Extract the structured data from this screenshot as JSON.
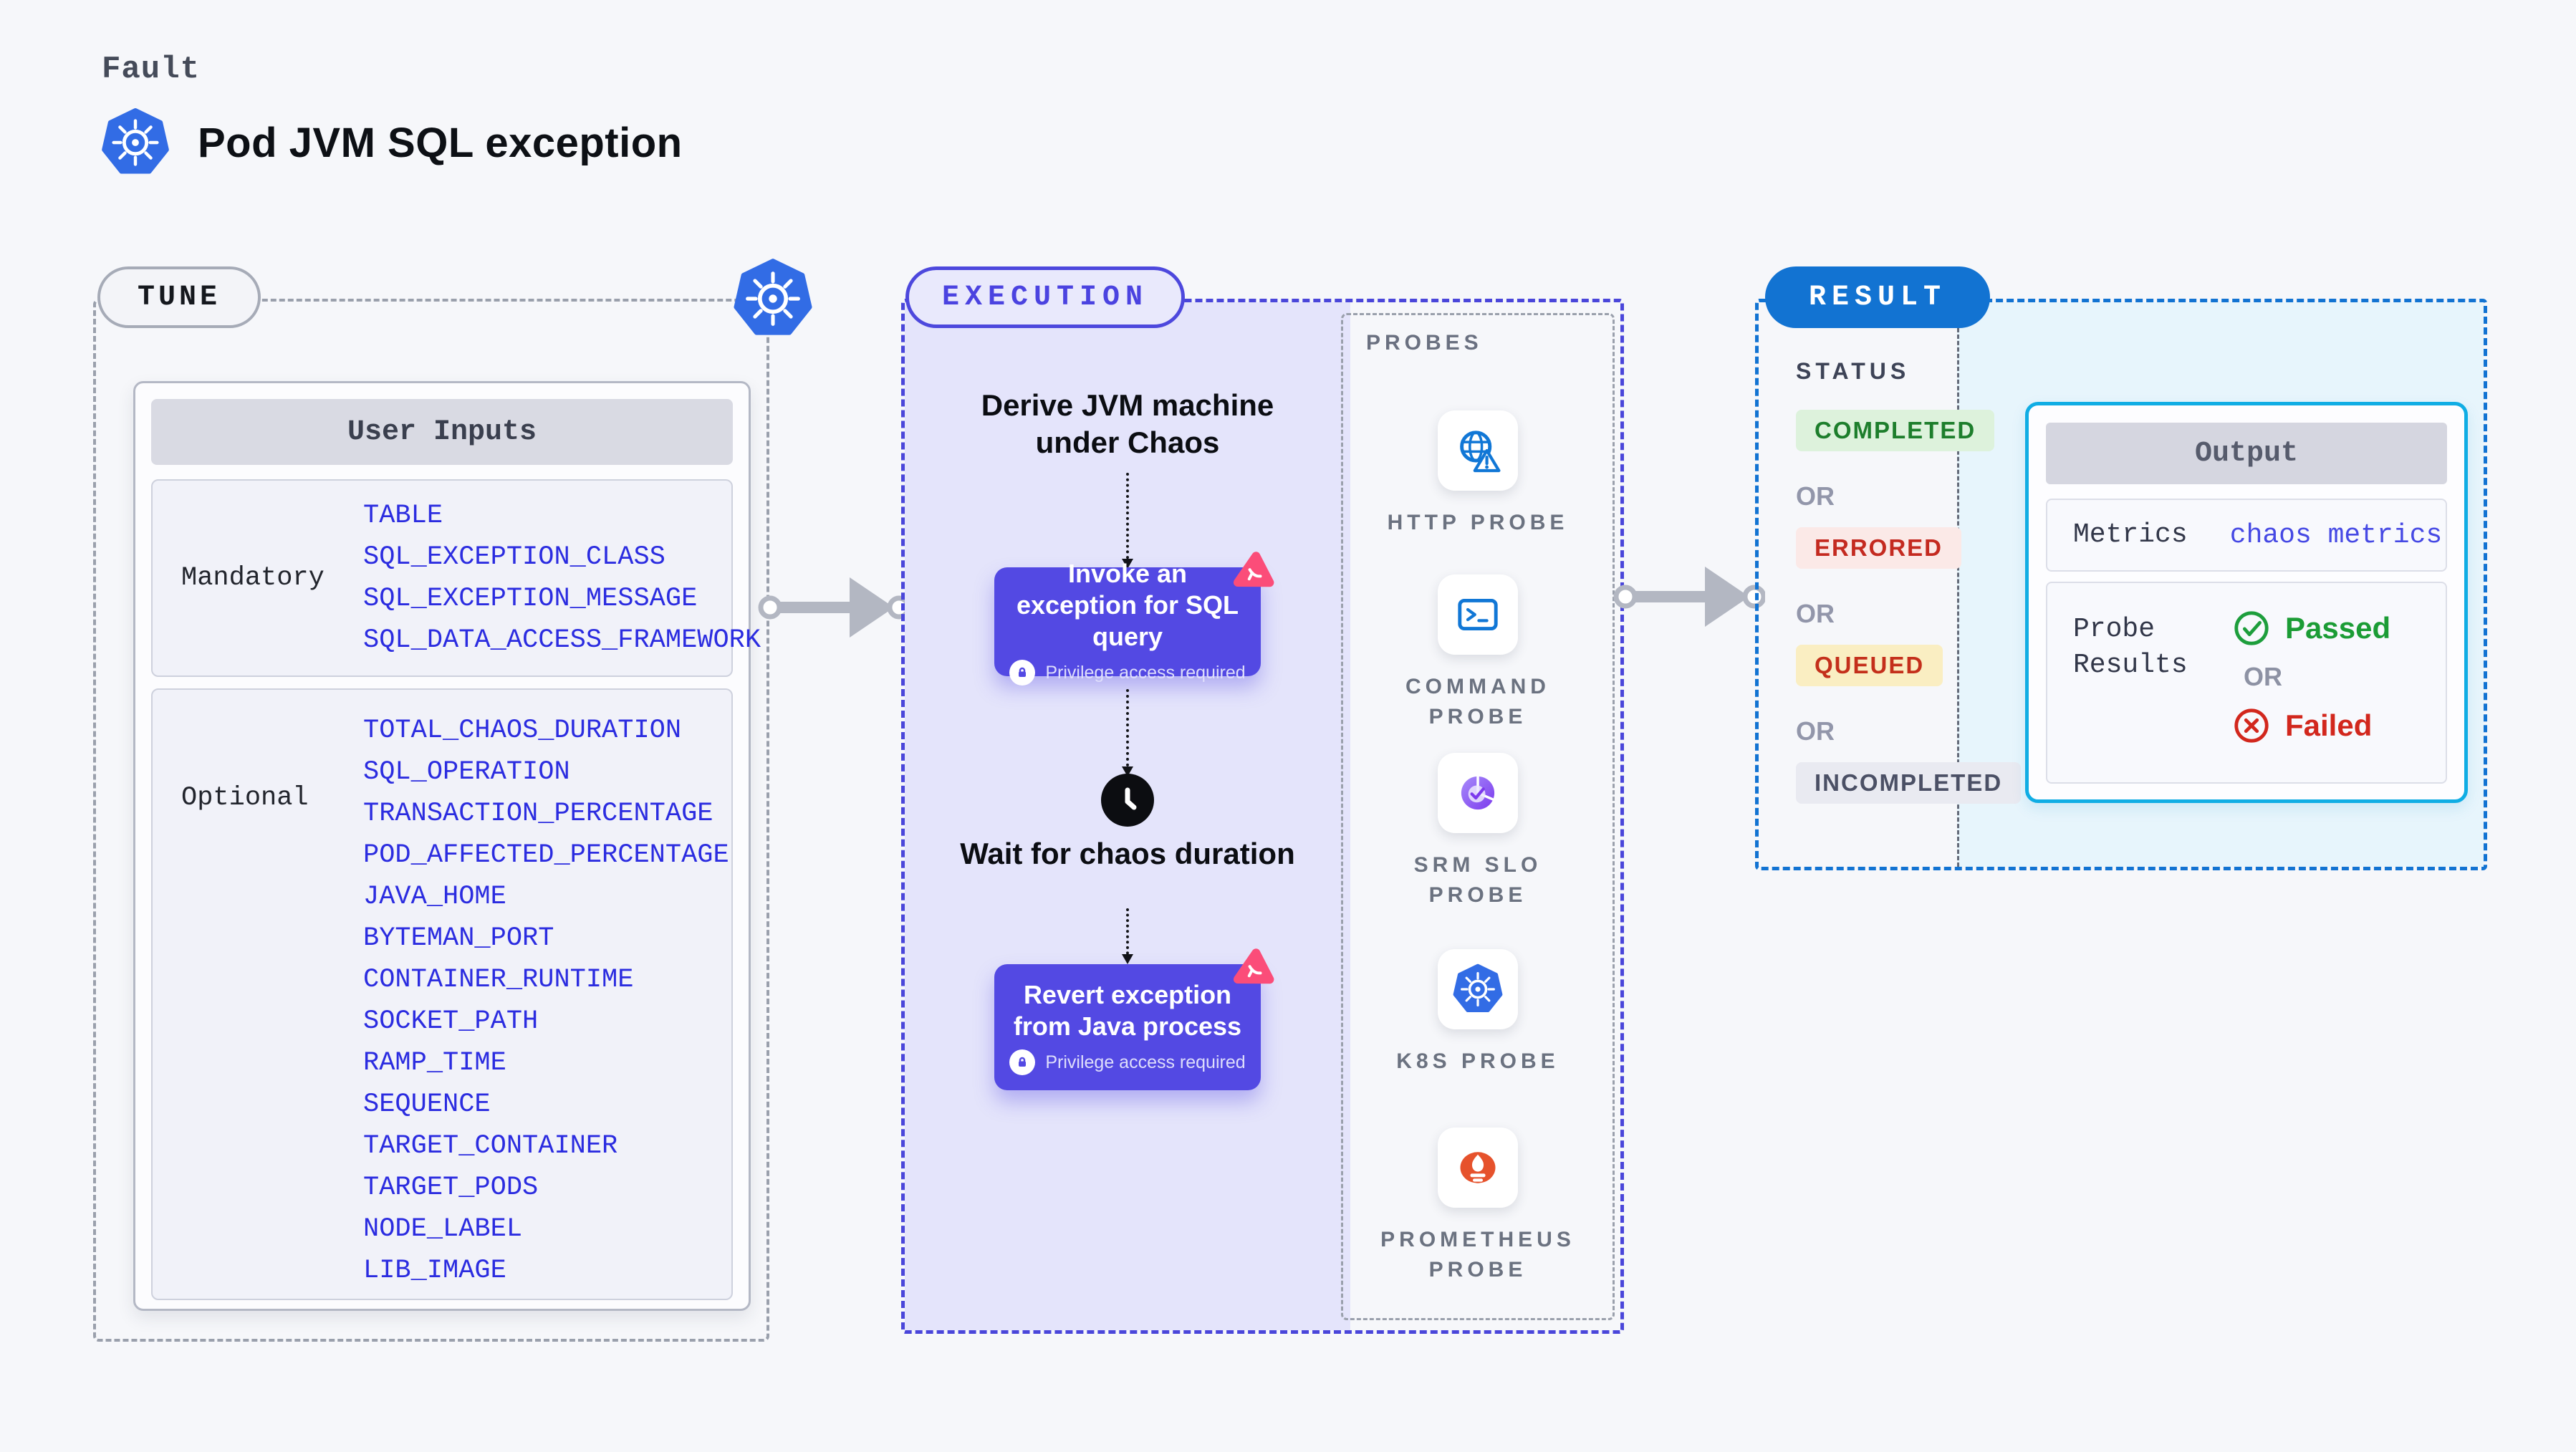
{
  "page": {
    "kicker": "Fault",
    "title": "Pod JVM SQL exception"
  },
  "tune": {
    "badge": "TUNE",
    "user_inputs": {
      "header": "User Inputs",
      "mandatory_label": "Mandatory",
      "mandatory_fields": [
        "TABLE",
        "SQL_EXCEPTION_CLASS",
        "SQL_EXCEPTION_MESSAGE",
        "SQL_DATA_ACCESS_FRAMEWORK"
      ],
      "optional_label": "Optional",
      "optional_fields": [
        "TOTAL_CHAOS_DURATION",
        "SQL_OPERATION",
        "TRANSACTION_PERCENTAGE",
        "POD_AFFECTED_PERCENTAGE",
        "JAVA_HOME",
        "BYTEMAN_PORT",
        "CONTAINER_RUNTIME",
        "SOCKET_PATH",
        "RAMP_TIME",
        "SEQUENCE",
        "TARGET_CONTAINER",
        "TARGET_PODS",
        "NODE_LABEL",
        "LIB_IMAGE"
      ]
    }
  },
  "execution": {
    "badge": "EXECUTION",
    "steps": {
      "derive": "Derive JVM machine under Chaos",
      "invoke": "Invoke an exception for SQL query",
      "wait": "Wait for chaos duration",
      "revert": "Revert exception from Java process"
    },
    "privilege_note": "Privilege access required"
  },
  "probes": {
    "label": "PROBES",
    "items": [
      {
        "label": "HTTP PROBE",
        "icon": "http-probe-icon"
      },
      {
        "label": "COMMAND PROBE",
        "icon": "command-probe-icon"
      },
      {
        "label": "SRM SLO PROBE",
        "icon": "srm-slo-probe-icon"
      },
      {
        "label": "K8S PROBE",
        "icon": "kubernetes-icon"
      },
      {
        "label": "PROMETHEUS PROBE",
        "icon": "prometheus-icon"
      }
    ]
  },
  "result": {
    "badge": "RESULT",
    "status_label": "STATUS",
    "or_label": "OR",
    "statuses": {
      "completed": "COMPLETED",
      "errored": "ERRORED",
      "queued": "QUEUED",
      "incompleted": "INCOMPLETED"
    },
    "output": {
      "header": "Output",
      "metrics_label": "Metrics",
      "metrics_value": "chaos metrics",
      "probe_results_label": "Probe Results",
      "passed_label": "Passed",
      "failed_label": "Failed"
    }
  },
  "colors": {
    "k8s_blue": "#326ce5",
    "button_indigo": "#5349e3",
    "execution_accent": "#4a46da",
    "result_accent": "#1273d2",
    "output_border_cyan": "#10ade4",
    "chaos_pink": "#fb4d79",
    "passed_green": "#1d9e3c",
    "failed_red": "#d2271d",
    "prometheus_orange": "#e6522c",
    "probe_icon_blue": "#1177d6",
    "srm_purple": "#8b5cf6",
    "field_blue": "#2b2ce0"
  }
}
